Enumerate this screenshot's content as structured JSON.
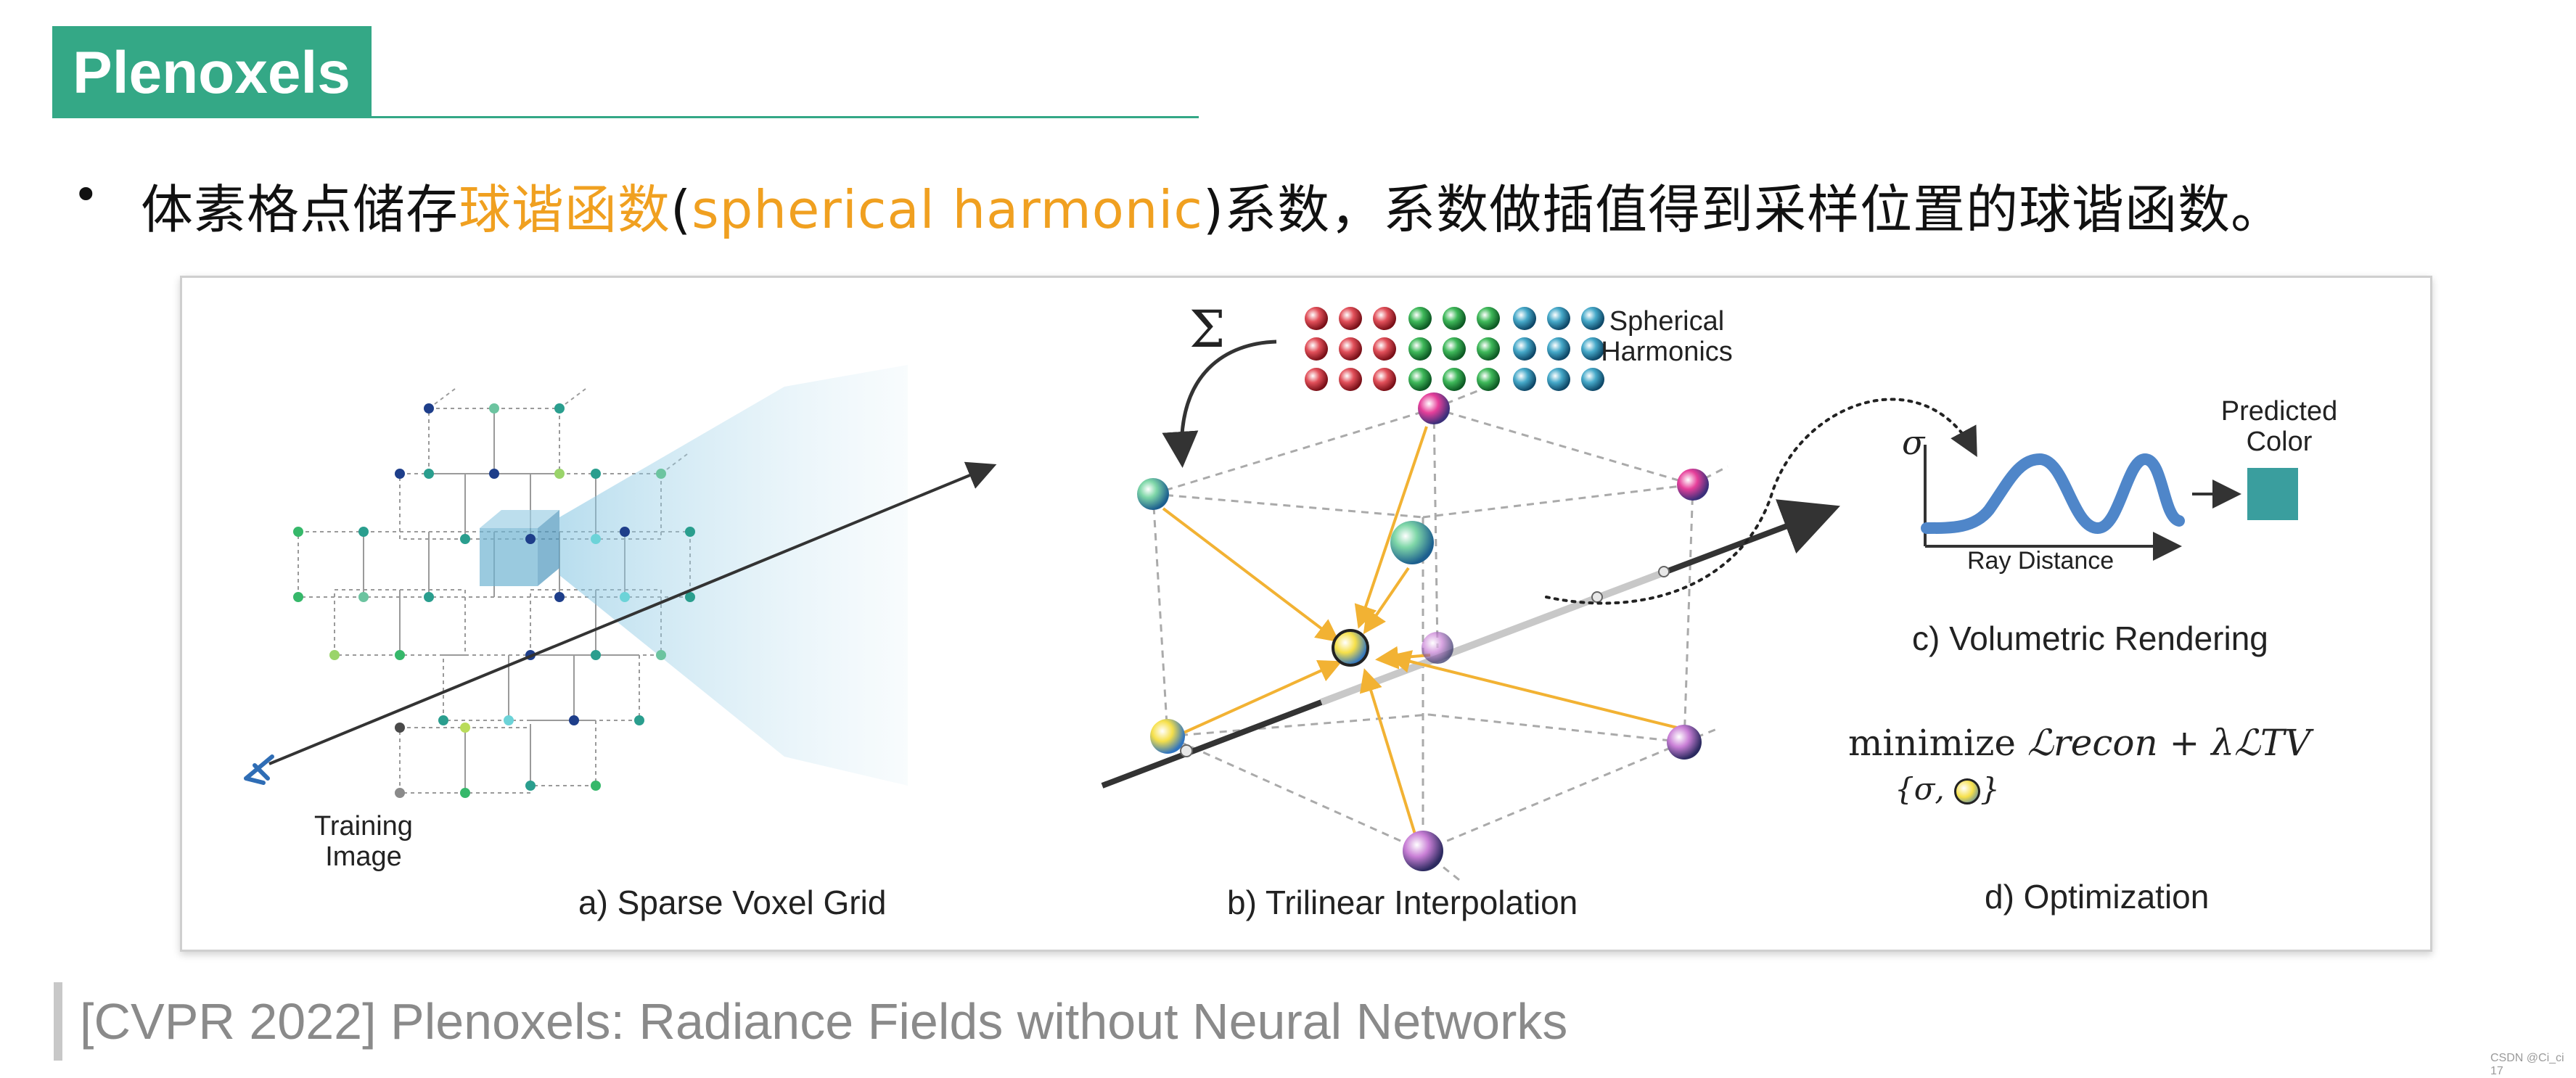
{
  "slide": {
    "title": "Plenoxels",
    "bullet_symbol": "•",
    "bullet_pre": "体素格点储存",
    "bullet_hl_cn": "球谐函数",
    "bullet_paren_open": "(",
    "bullet_hl_en": "spherical harmonic",
    "bullet_post": ")系数，系数做插值得到采样位置的球谐函数。",
    "reference": "[CVPR 2022] Plenoxels: Radiance Fields without Neural Networks",
    "watermark": "CSDN @Ci_ci 17"
  },
  "figure": {
    "panel_a_caption": "a) Sparse Voxel Grid",
    "panel_b_caption": "b) Trilinear Interpolation",
    "panel_c_caption": "c) Volumetric Rendering",
    "panel_d_caption": "d) Optimization",
    "training_image_line1": "Training",
    "training_image_line2": "Image",
    "sh_label_line1": "Spherical",
    "sh_label_line2": "Harmonics",
    "sum_symbol": "Σ",
    "sigma_symbol": "σ",
    "ray_distance_label": "Ray Distance",
    "predicted_line1": "Predicted",
    "predicted_line2": "Color",
    "minimize_word": "minimize",
    "loss_recon": "ℒrecon + λℒTV",
    "loss_set": "{σ, ",
    "loss_set_close": "}",
    "colors": {
      "accent_green": "#34a886",
      "highlight_orange": "#f0a020",
      "arrow_yellow": "#f2b233",
      "curve_blue": "#4f86c9",
      "predicted_teal": "#3a9e9e"
    }
  }
}
